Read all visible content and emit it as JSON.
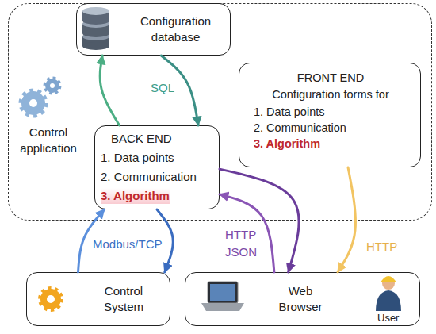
{
  "diagram": {
    "nodes": [
      {
        "text": [
          "Control application"
        ]
      },
      {
        "text": [
          "Configuration database"
        ],
        "in": 0
      },
      {
        "text": [
          "BACK END",
          "1. Data points",
          "2. Communication",
          "3. Algorithm"
        ],
        "in": 0
      },
      {
        "text": [
          "FRONT END",
          "Configuration forms for",
          "1. Data points",
          "2. Communication",
          "3. Algorithm"
        ],
        "in": 0
      },
      {
        "text": [
          "Control System"
        ]
      },
      {
        "text": [
          "Web Browser"
        ]
      }
    ],
    "edges": [
      {
        "from": 2,
        "to": 1,
        "arrow": "to",
        "label": "SQL"
      },
      {
        "from": 1,
        "to": 2,
        "arrow": "to"
      },
      {
        "from": 4,
        "to": 2,
        "arrow": "to",
        "label": "Modbus/TCP"
      },
      {
        "from": 2,
        "to": 4,
        "arrow": "to"
      },
      {
        "from": 5,
        "to": 2,
        "arrow": "to",
        "label": "HTTP JSON"
      },
      {
        "from": 2,
        "to": 5,
        "arrow": "to"
      },
      {
        "from": 3,
        "to": 5,
        "arrow": "to",
        "label": "HTTP"
      }
    ],
    "labels": [
      "User"
    ]
  }
}
